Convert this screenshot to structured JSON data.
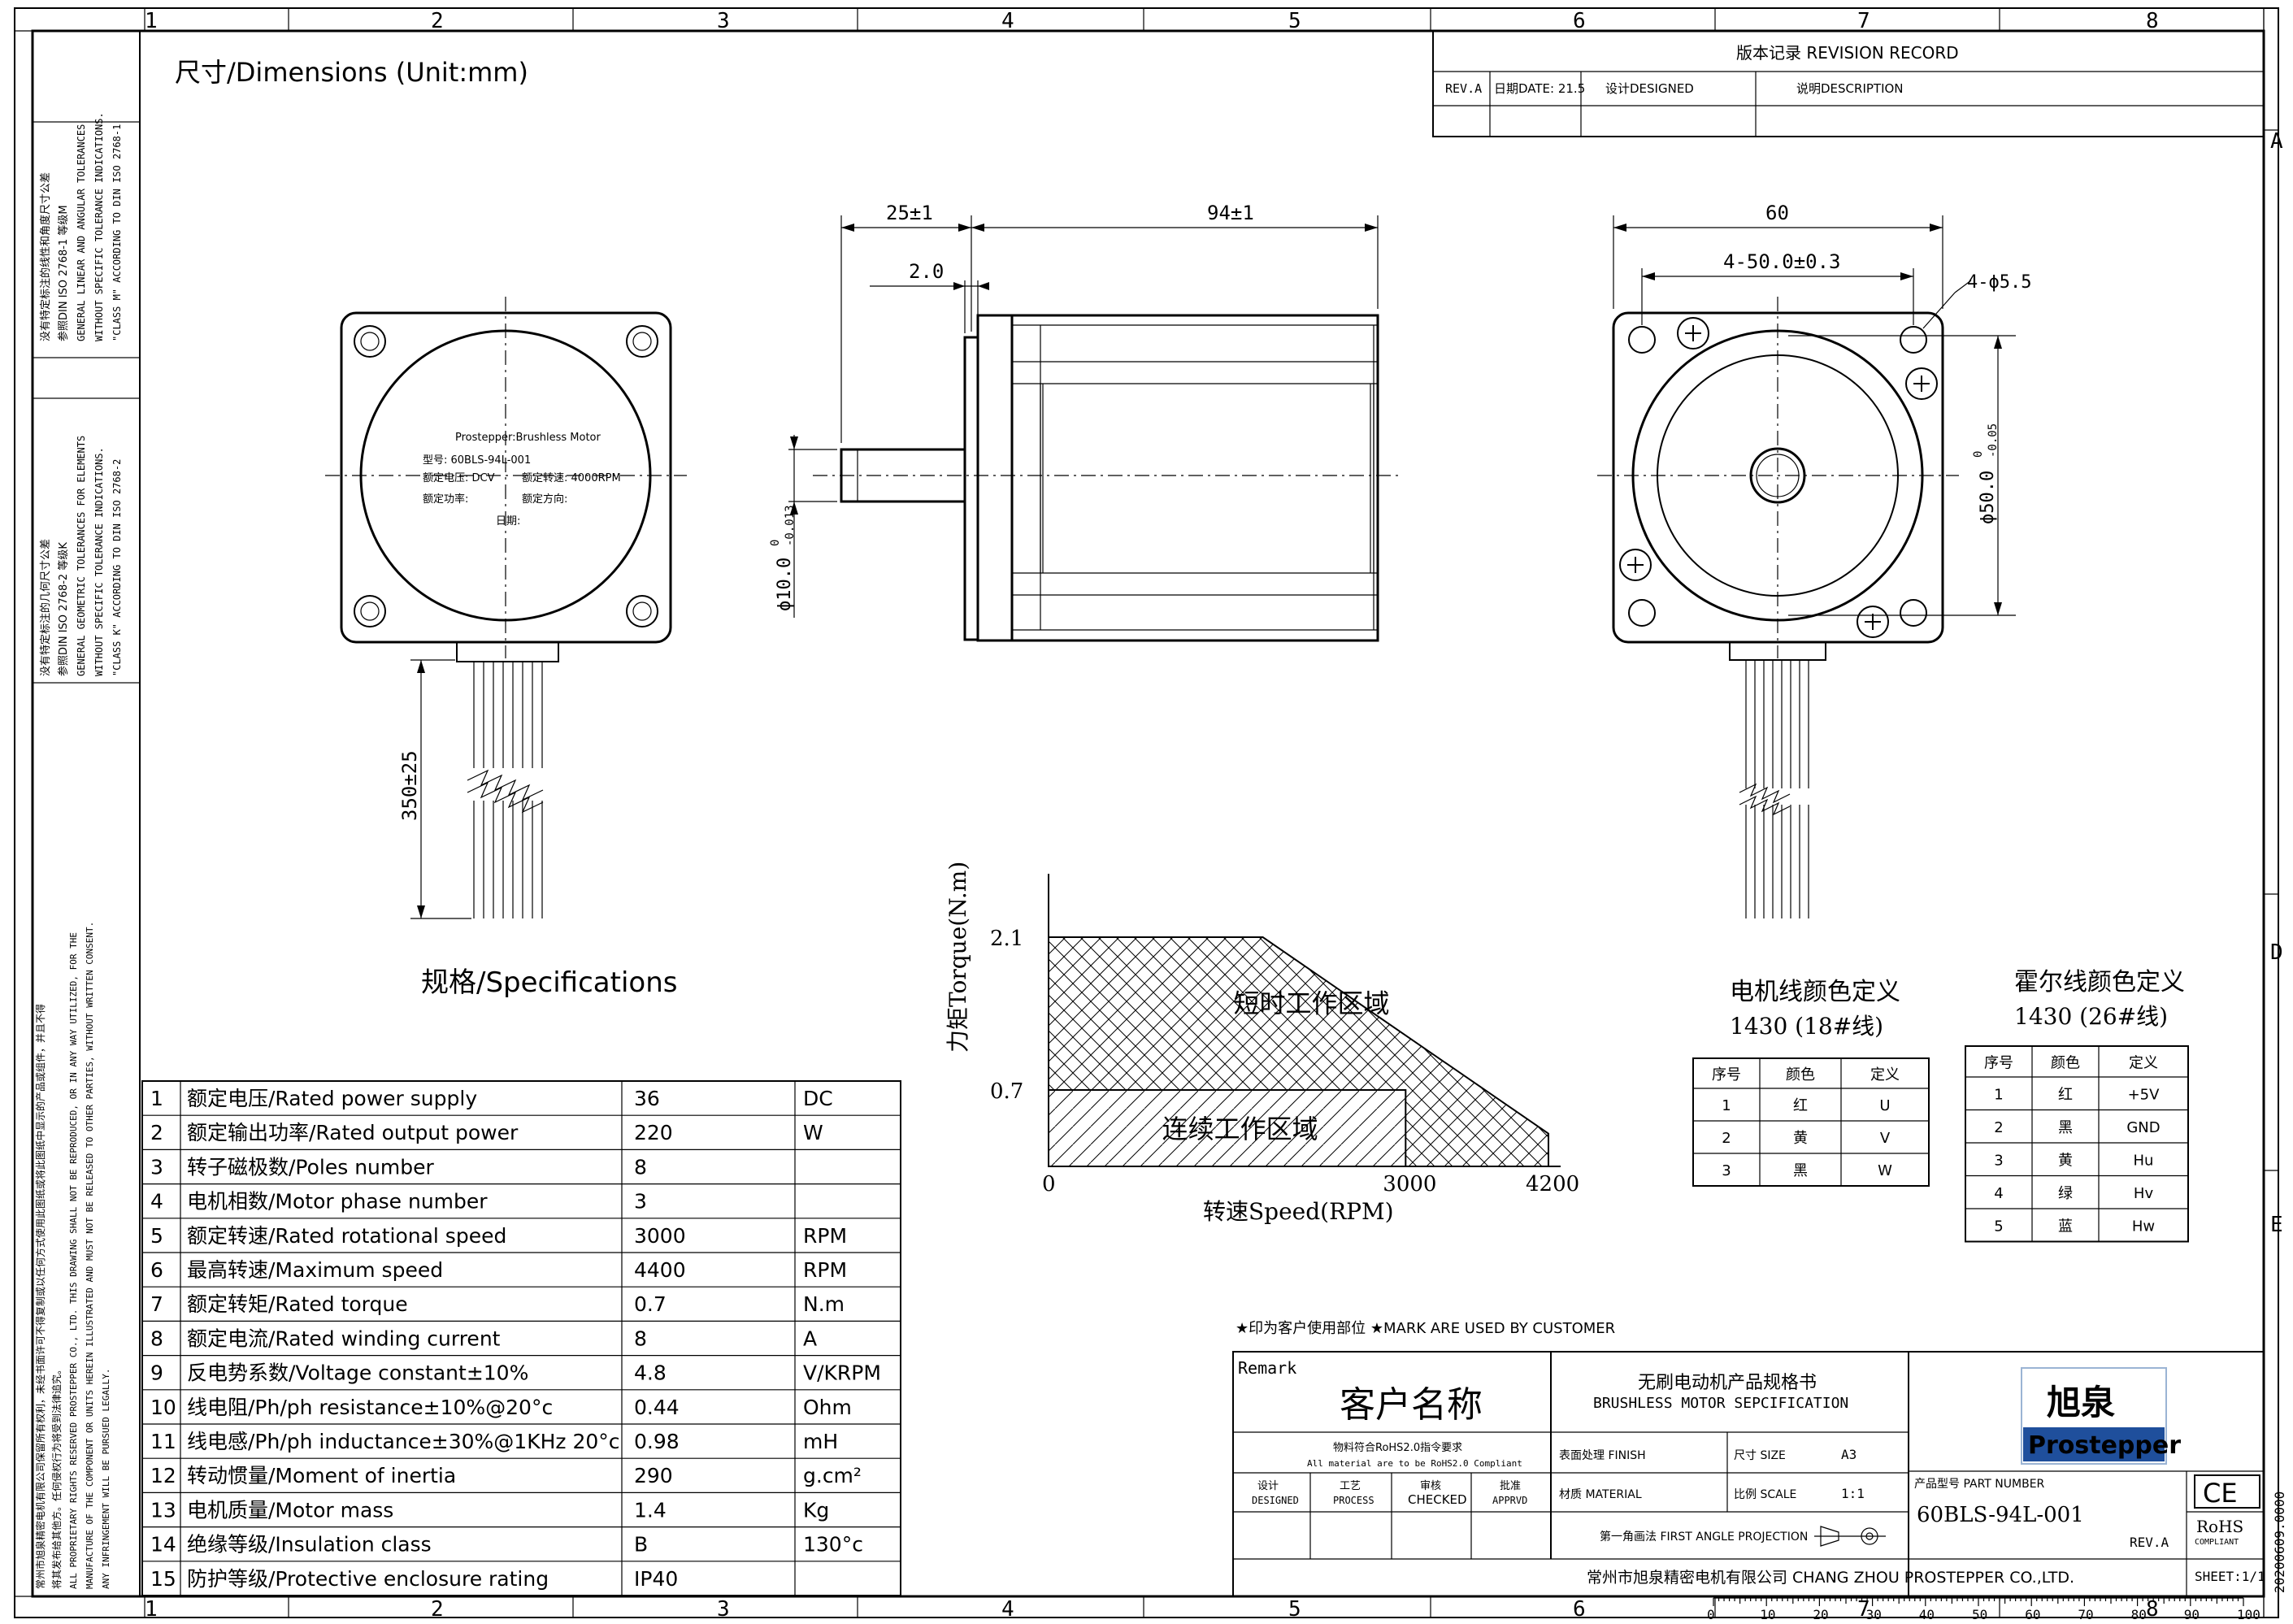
{
  "drawing": {
    "dimensions_title": "尺寸/Dimensions (Unit:mm)",
    "grid_numbers": [
      "1",
      "2",
      "3",
      "4",
      "5",
      "6",
      "7",
      "8"
    ],
    "grid_letters": [
      "A",
      "D",
      "E"
    ],
    "ruler_labels": [
      "0",
      "10",
      "20",
      "30",
      "40",
      "50",
      "60",
      "70",
      "80",
      "90",
      "100"
    ]
  },
  "revision": {
    "title": "版本记录     REVISION RECORD",
    "rev": "REV.A",
    "date": "日期DATE: 21.5",
    "designed": "设计DESIGNED",
    "description": "说明DESCRIPTION"
  },
  "tolerance_notes": {
    "block1": [
      "没有特定标注的线性和角度尺寸公差",
      "参照DIN ISO 2768-1 等级M",
      "GENERAL LINEAR AND ANGULAR TOLERANCES",
      "WITHOUT SPECIFIC TOLERANCE INDICATIONS.",
      "\"CLASS M\" ACCORDING TO DIN ISO 2768-1"
    ],
    "block2": [
      "没有特定标注的几何尺寸公差",
      "参照DIN ISO 2768-2 等级K",
      "GENERAL GEOMETRIC TOLERANCES FOR ELEMENTS",
      "WITHOUT SPECIFIC TOLERANCE INDICATIONS.",
      "\"CLASS K\" ACCORDING TO DIN ISO 2768-2"
    ],
    "block3": [
      "常州市旭泉精密电机有限公司保留所有权利，未经书面许可不得复制或以任何方式使用此图纸或将此图纸中显示的产品或组件，并且不得",
      "将其发布给其他方。任何侵权行为将受到法律追究。",
      "ALL PROPRIETARY RIGHTS RESERVED PROSTEPPER CO., LTD. THIS DRAWING SHALL NOT BE REPRODUCED, OR IN ANY WAY UTILIZED, FOR THE",
      "MANUFACTURE OF THE COMPONENT OR UNITS HEREIN ILLUSTRATED AND MUST NOT BE RELEASED TO OTHER PARTIES, WITHOUT WRITTEN CONSENT.",
      "ANY INFRINGEMENT WILL BE PURSUED LEGALLY."
    ]
  },
  "front_view": {
    "label_line1": "Prostepper:Brushless Motor",
    "label_model": "型号: 60BLS-94L-001",
    "label_voltage": "额定电压: DCV",
    "label_speed": "额定转速: 4000RPM",
    "label_power": "额定功率:",
    "label_direction": "额定方向:",
    "label_date": "日期:",
    "lead_length": "350±25"
  },
  "side_view": {
    "dim_flange": "25±1",
    "dim_body": "94±1",
    "dim_step": "2.0",
    "dim_shaft": "ϕ10.0",
    "dim_shaft_tol_upper": "0",
    "dim_shaft_tol_lower": "-0.013"
  },
  "rear_view": {
    "dim_width": "60",
    "dim_bolt": "4-50.0±0.3",
    "dim_holes": "4-ϕ5.5",
    "dim_pilot": "ϕ50.0",
    "dim_pilot_tol_upper": "0",
    "dim_pilot_tol_lower": "-0.05"
  },
  "specs": {
    "title": "规格/Specifications",
    "rows": [
      {
        "no": "1",
        "name": "额定电压/Rated power supply",
        "value": "36",
        "unit": "DC"
      },
      {
        "no": "2",
        "name": "额定输出功率/Rated output power",
        "value": "220",
        "unit": "W"
      },
      {
        "no": "3",
        "name": "转子磁极数/Poles number",
        "value": "8",
        "unit": ""
      },
      {
        "no": "4",
        "name": "电机相数/Motor phase number",
        "value": "3",
        "unit": ""
      },
      {
        "no": "5",
        "name": "额定转速/Rated rotational speed",
        "value": "3000",
        "unit": "RPM"
      },
      {
        "no": "6",
        "name": "最高转速/Maximum speed",
        "value": "4400",
        "unit": "RPM"
      },
      {
        "no": "7",
        "name": "额定转矩/Rated torque",
        "value": "0.7",
        "unit": "N.m"
      },
      {
        "no": "8",
        "name": "额定电流/Rated winding current",
        "value": "8",
        "unit": "A"
      },
      {
        "no": "9",
        "name": "反电势系数/Voltage constant±10%",
        "value": "4.8",
        "unit": "V/KRPM"
      },
      {
        "no": "10",
        "name": "线电阻/Ph/ph resistance±10%@20°c",
        "value": "0.44",
        "unit": "Ohm"
      },
      {
        "no": "11",
        "name": "线电感/Ph/ph inductance±30%@1KHz 20°c",
        "value": "0.98",
        "unit": "mH"
      },
      {
        "no": "12",
        "name": "转动惯量/Moment of inertia",
        "value": "290",
        "unit": "g.cm²"
      },
      {
        "no": "13",
        "name": "电机质量/Motor mass",
        "value": "1.4",
        "unit": "Kg"
      },
      {
        "no": "14",
        "name": "绝缘等级/Insulation class",
        "value": "B",
        "unit": "130°c"
      },
      {
        "no": "15",
        "name": "防护等级/Protective enclosure rating",
        "value": "IP40",
        "unit": ""
      }
    ]
  },
  "chart_data": {
    "type": "area",
    "xlabel": "转速Speed(RPM)",
    "ylabel": "力矩Torque(N.m)",
    "x_ticks": [
      "0",
      "3000",
      "4200"
    ],
    "y_ticks": [
      "2.1",
      "0.7"
    ],
    "xlim": [
      0,
      4200
    ],
    "ylim": [
      0,
      2.1
    ],
    "regions": [
      {
        "name": "短时工作区域",
        "points": [
          [
            0,
            2.1
          ],
          [
            1800,
            2.1
          ],
          [
            4200,
            0.3
          ],
          [
            4200,
            0
          ]
        ]
      },
      {
        "name": "连续工作区域",
        "points": [
          [
            0,
            0.7
          ],
          [
            3000,
            0.7
          ],
          [
            3000,
            0
          ]
        ]
      }
    ]
  },
  "motor_wire": {
    "title": "电机线颜色定义",
    "subtitle": "1430 (18#线)",
    "headers": [
      "序号",
      "颜色",
      "定义"
    ],
    "rows": [
      [
        "1",
        "红",
        "U"
      ],
      [
        "2",
        "黄",
        "V"
      ],
      [
        "3",
        "黑",
        "W"
      ]
    ]
  },
  "hall_wire": {
    "title": "霍尔线颜色定义",
    "subtitle": "1430 (26#线)",
    "headers": [
      "序号",
      "颜色",
      "定义"
    ],
    "rows": [
      [
        "1",
        "红",
        "+5V"
      ],
      [
        "2",
        "黑",
        "GND"
      ],
      [
        "3",
        "黄",
        "Hu"
      ],
      [
        "4",
        "绿",
        "Hv"
      ],
      [
        "5",
        "蓝",
        "Hw"
      ]
    ]
  },
  "title_block": {
    "customer_note": "★印为客户使用部位  ★MARK ARE USED BY CUSTOMER",
    "remark": "Remark",
    "customer_name": "客户名称",
    "rohs_cn": "物料符合RoHS2.0指令要求",
    "rohs_en": "All material are to be RoHS2.0 Compliant",
    "product_cn": "无刷电动机产品规格书",
    "product_en": "BRUSHLESS MOTOR SEPCIFICATION",
    "brand_cn": "旭泉",
    "brand_en": "Prostepper",
    "sign_headers": [
      {
        "cn": "设计",
        "en": "DESIGNED"
      },
      {
        "cn": "工艺",
        "en": "PROCESS"
      },
      {
        "cn": "审核",
        "en": "CHECKED"
      },
      {
        "cn": "批准",
        "en": "APPRVD"
      }
    ],
    "finish": "表面处理 FINISH",
    "size_label": "尺寸 SIZE",
    "size": "A3",
    "material": "材质 MATERIAL",
    "scale_label": "比例 SCALE",
    "scale": "1:1",
    "projection": "第一角画法 FIRST ANGLE PROJECTION",
    "part_label": "产品型号 PART NUMBER",
    "part_number": "60BLS-94L-001",
    "rev": "REV.A",
    "ce": "CE",
    "rohs_badge": "RoHS",
    "rohs_badge_sub": "COMPLIANT",
    "company": "常州市旭泉精密电机有限公司 CHANG ZHOU PROSTEPPER CO.,LTD.",
    "sheet": "SHEET:1/1",
    "doc_id": "20200609.0000"
  }
}
